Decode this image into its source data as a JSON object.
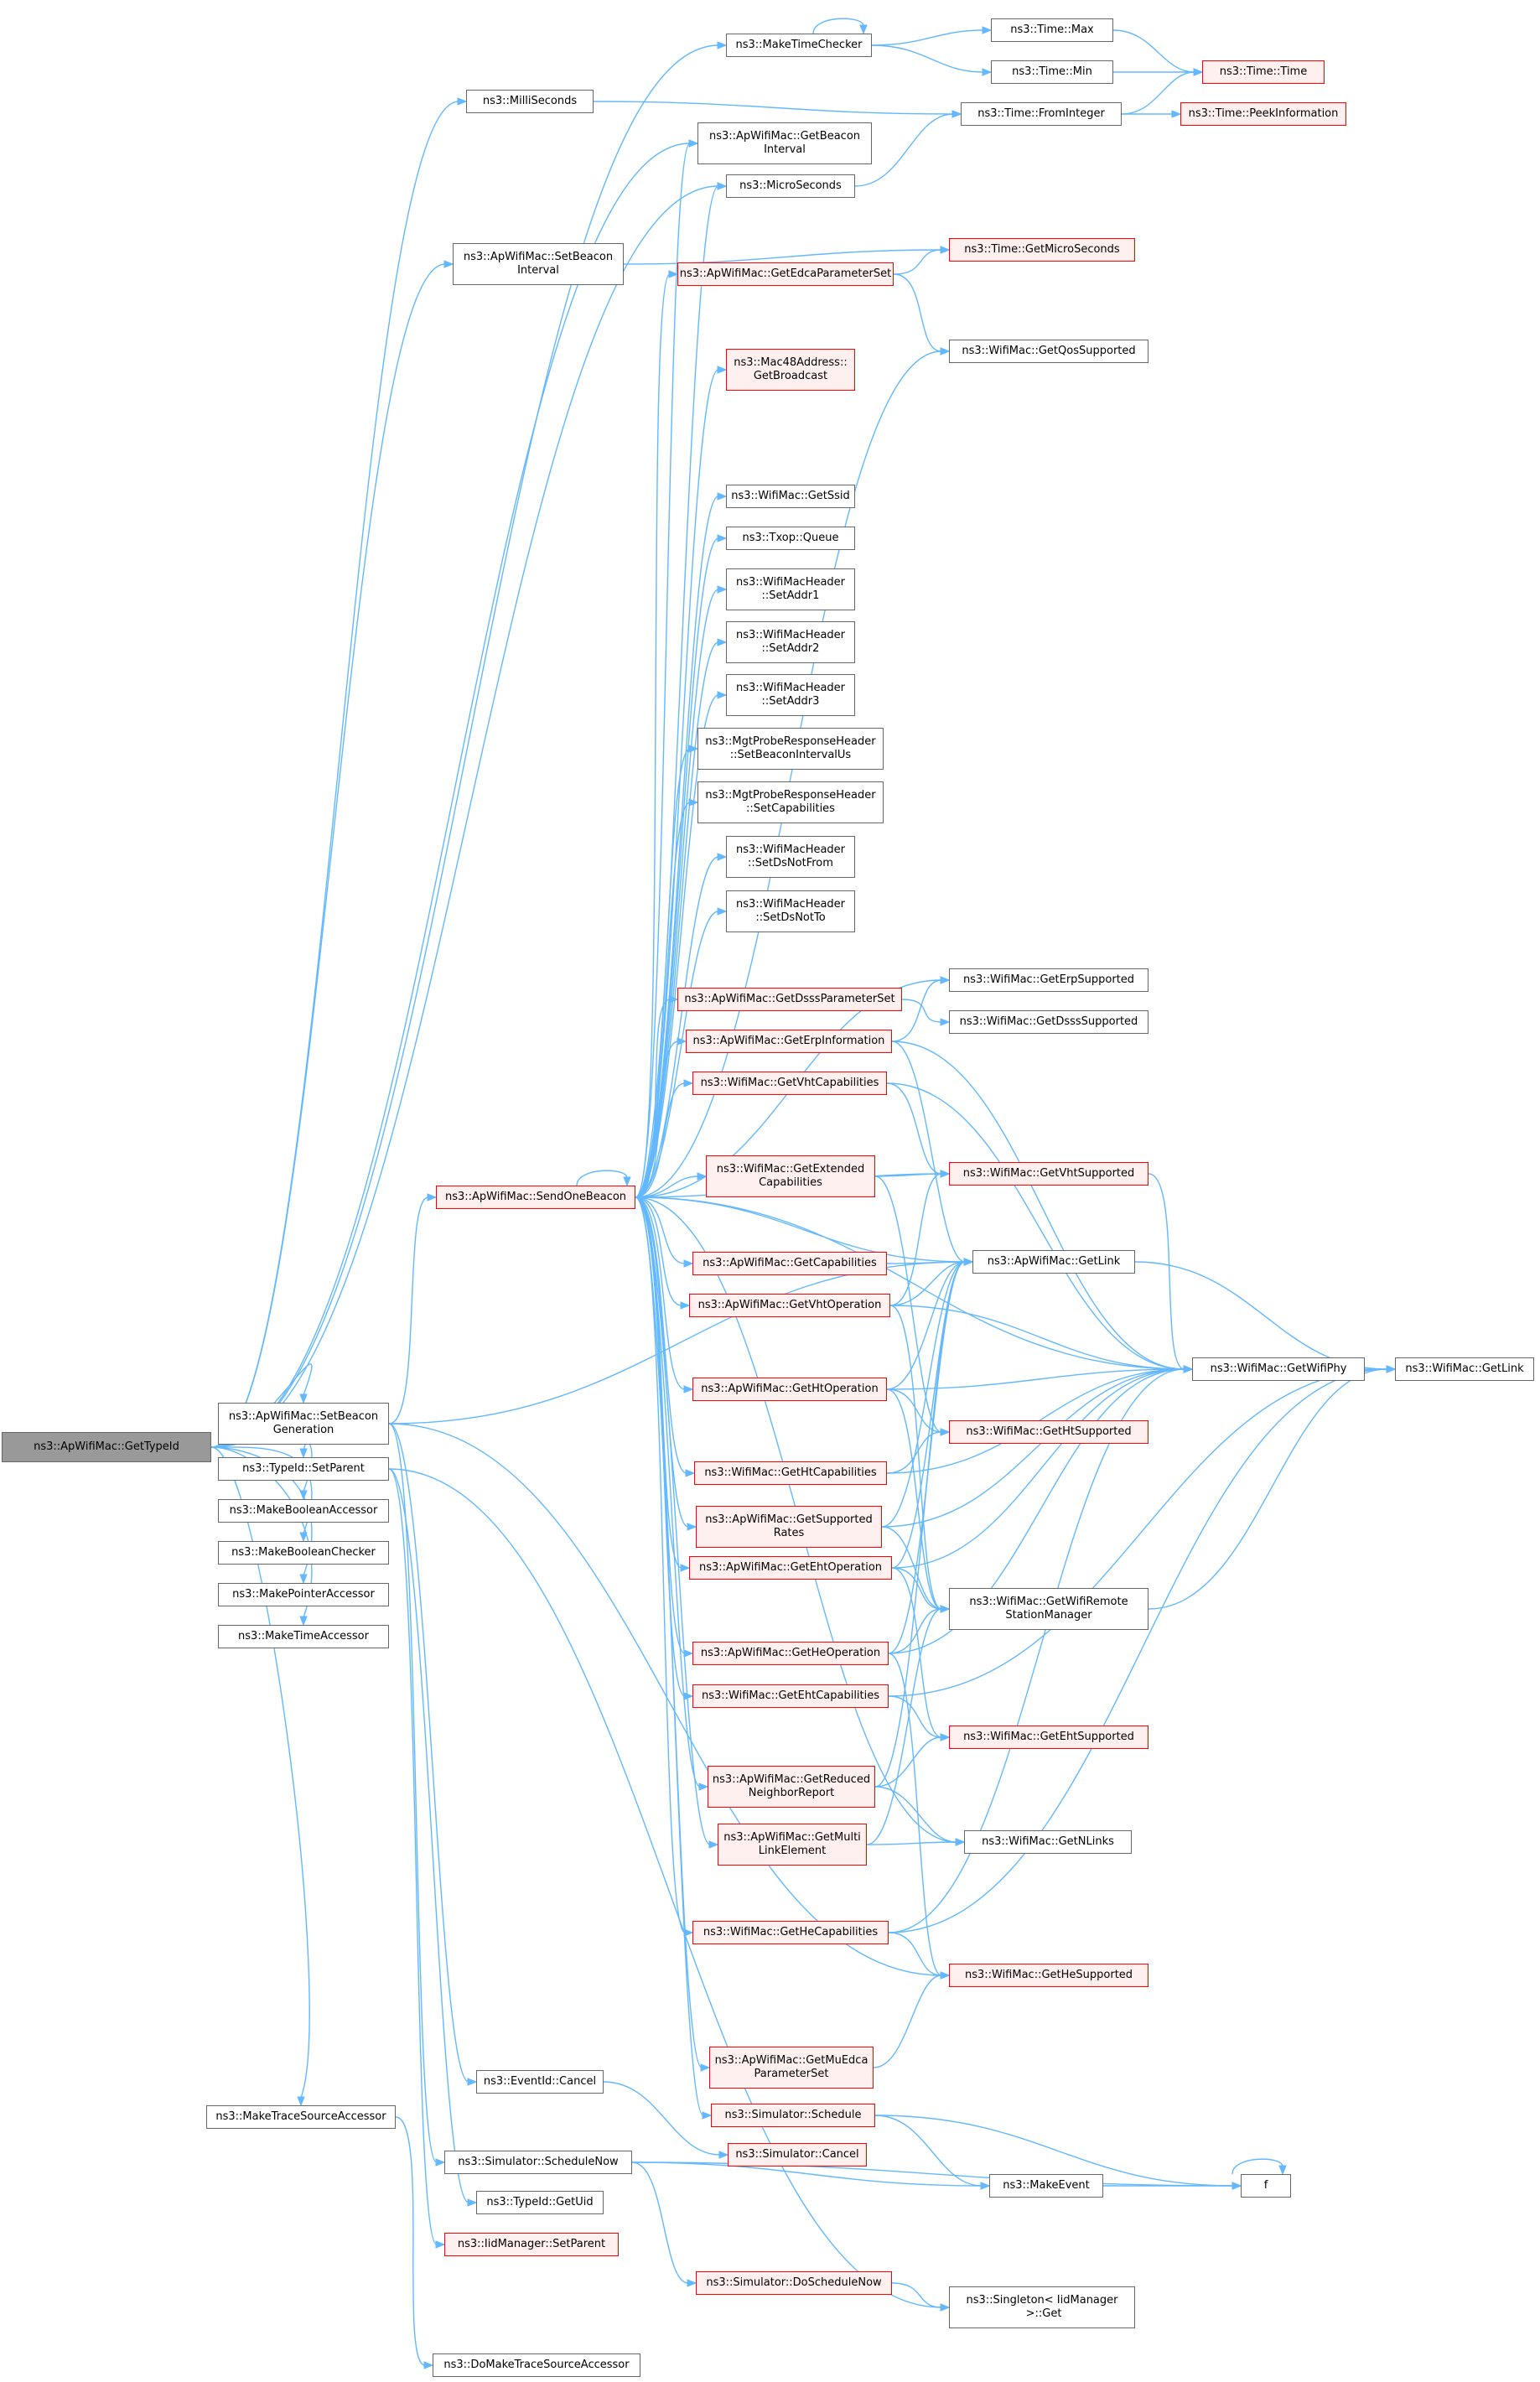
{
  "diagram": {
    "nodes": {
      "get_type_id": "ns3::ApWifiMac::GetTypeId",
      "make_time_checker": "ns3::MakeTimeChecker",
      "time_max": "ns3::Time::Max",
      "time_min": "ns3::Time::Min",
      "time_time": "ns3::Time::Time",
      "milli_seconds": "ns3::MilliSeconds",
      "time_from_integer": "ns3::Time::FromInteger",
      "time_peek_information": "ns3::Time::PeekInformation",
      "get_beacon_interval": "ns3::ApWifiMac::GetBeacon\nInterval",
      "micro_seconds": "ns3::MicroSeconds",
      "set_beacon_interval": "ns3::ApWifiMac::SetBeacon\nInterval",
      "get_edca_parameter_set": "ns3::ApWifiMac::GetEdcaParameterSet",
      "time_get_micro_seconds": "ns3::Time::GetMicroSeconds",
      "get_qos_supported": "ns3::WifiMac::GetQosSupported",
      "mac48_get_broadcast": "ns3::Mac48Address::\nGetBroadcast",
      "get_ssid": "ns3::WifiMac::GetSsid",
      "txop_queue": "ns3::Txop::Queue",
      "set_addr1": "ns3::WifiMacHeader\n::SetAddr1",
      "set_addr2": "ns3::WifiMacHeader\n::SetAddr2",
      "set_addr3": "ns3::WifiMacHeader\n::SetAddr3",
      "set_beacon_interval_us": "ns3::MgtProbeResponseHeader\n::SetBeaconIntervalUs",
      "set_capabilities": "ns3::MgtProbeResponseHeader\n::SetCapabilities",
      "set_ds_not_from": "ns3::WifiMacHeader\n::SetDsNotFrom",
      "set_ds_not_to": "ns3::WifiMacHeader\n::SetDsNotTo",
      "get_erp_supported": "ns3::WifiMac::GetErpSupported",
      "get_dsss_parameter_set": "ns3::ApWifiMac::GetDsssParameterSet",
      "get_dsss_supported": "ns3::WifiMac::GetDsssSupported",
      "get_erp_information": "ns3::ApWifiMac::GetErpInformation",
      "get_vht_capabilities": "ns3::WifiMac::GetVhtCapabilities",
      "send_one_beacon": "ns3::ApWifiMac::SendOneBeacon",
      "get_extended_capabilities": "ns3::WifiMac::GetExtended\nCapabilities",
      "get_vht_supported": "ns3::WifiMac::GetVhtSupported",
      "get_capabilities": "ns3::ApWifiMac::GetCapabilities",
      "ap_get_link": "ns3::ApWifiMac::GetLink",
      "get_vht_operation": "ns3::ApWifiMac::GetVhtOperation",
      "get_wifi_phy": "ns3::WifiMac::GetWifiPhy",
      "wifi_get_link": "ns3::WifiMac::GetLink",
      "set_beacon_generation": "ns3::ApWifiMac::SetBeacon\nGeneration",
      "get_ht_operation": "ns3::ApWifiMac::GetHtOperation",
      "typeid_set_parent": "ns3::TypeId::SetParent",
      "get_ht_supported": "ns3::WifiMac::GetHtSupported",
      "make_boolean_accessor": "ns3::MakeBooleanAccessor",
      "get_ht_capabilities": "ns3::WifiMac::GetHtCapabilities",
      "make_boolean_checker": "ns3::MakeBooleanChecker",
      "get_supported_rates": "ns3::ApWifiMac::GetSupported\nRates",
      "make_pointer_accessor": "ns3::MakePointerAccessor",
      "make_time_accessor": "ns3::MakeTimeAccessor",
      "get_eht_operation": "ns3::ApWifiMac::GetEhtOperation",
      "get_wifi_remote_station_manager": "ns3::WifiMac::GetWifiRemote\nStationManager",
      "get_he_operation": "ns3::ApWifiMac::GetHeOperation",
      "get_eht_capabilities": "ns3::WifiMac::GetEhtCapabilities",
      "get_eht_supported": "ns3::WifiMac::GetEhtSupported",
      "get_reduced_neighbor_report": "ns3::ApWifiMac::GetReduced\nNeighborReport",
      "get_multi_link_element": "ns3::ApWifiMac::GetMulti\nLinkElement",
      "get_n_links": "ns3::WifiMac::GetNLinks",
      "get_he_capabilities": "ns3::WifiMac::GetHeCapabilities",
      "get_he_supported": "ns3::WifiMac::GetHeSupported",
      "get_mu_edca_parameter_set": "ns3::ApWifiMac::GetMuEdca\nParameterSet",
      "event_id_cancel": "ns3::EventId::Cancel",
      "simulator_schedule": "ns3::Simulator::Schedule",
      "simulator_cancel": "ns3::Simulator::Cancel",
      "make_trace_source_accessor": "ns3::MakeTraceSourceAccessor",
      "simulator_schedule_now": "ns3::Simulator::ScheduleNow",
      "make_event": "ns3::MakeEvent",
      "f": "f",
      "typeid_get_uid": "ns3::TypeId::GetUid",
      "iid_manager_set_parent": "ns3::IidManager::SetParent",
      "simulator_do_schedule_now": "ns3::Simulator::DoScheduleNow",
      "singleton_get": "ns3::Singleton< IidManager\n >::Get",
      "do_make_trace_source_accessor": "ns3::DoMakeTraceSourceAccessor"
    },
    "colors": {
      "edge": "#63b8ff",
      "border": "#666666",
      "incomplete_border": "#ff0000",
      "incomplete_fill": "#fff0f0",
      "root_fill": "#999999"
    }
  }
}
